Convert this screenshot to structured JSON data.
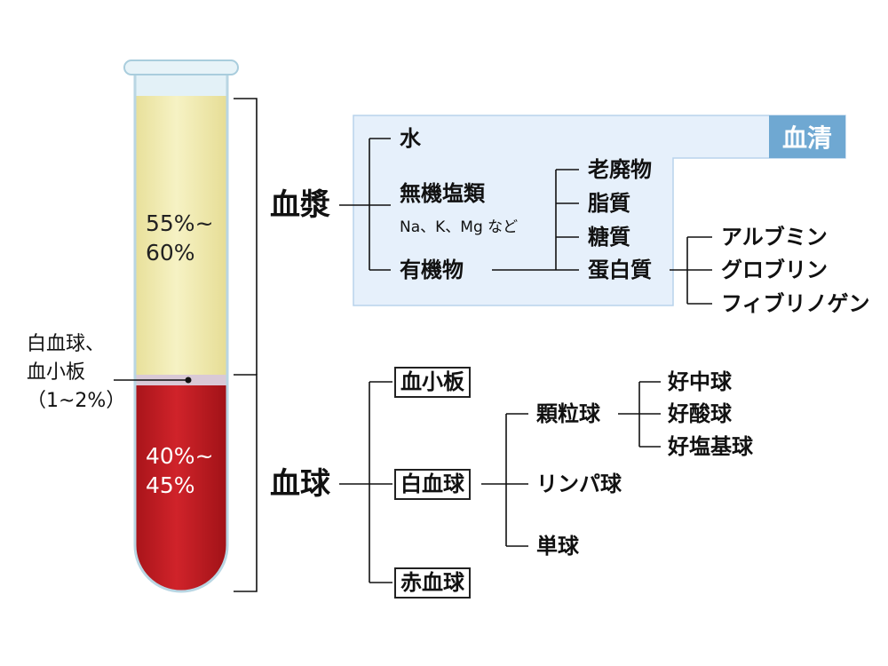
{
  "tube": {
    "plasma_percent": "55%~\n60%",
    "cells_percent": "40%~\n45%",
    "buffy_label": "白血球、\n血小板\n（1~2%）",
    "colors": {
      "plasma": "#f3eeb5",
      "cells": "#c41a1f",
      "buffy": "#d9c9d6",
      "glass": "#d6ecf5"
    }
  },
  "serum": {
    "label": "血清",
    "color": "#6fa8d2",
    "area_color": "#e6f0fb"
  },
  "plasma": {
    "label": "血漿",
    "water": "水",
    "inorganic": "無機塩類",
    "inorganic_examples": "Na、K、Mg など",
    "organic": "有機物",
    "organic_items": {
      "waste": "老廃物",
      "lipid": "脂質",
      "sugar": "糖質",
      "protein": "蛋白質"
    },
    "proteins": [
      "アルブミン",
      "グロブリン",
      "フィブリノゲン"
    ]
  },
  "cells": {
    "label": "血球",
    "platelet": "血小板",
    "wbc": "白血球",
    "rbc": "赤血球",
    "wbc_types": {
      "granulocyte": "顆粒球",
      "lymphocyte": "リンパ球",
      "monocyte": "単球"
    },
    "granulocytes": [
      "好中球",
      "好酸球",
      "好塩基球"
    ]
  }
}
